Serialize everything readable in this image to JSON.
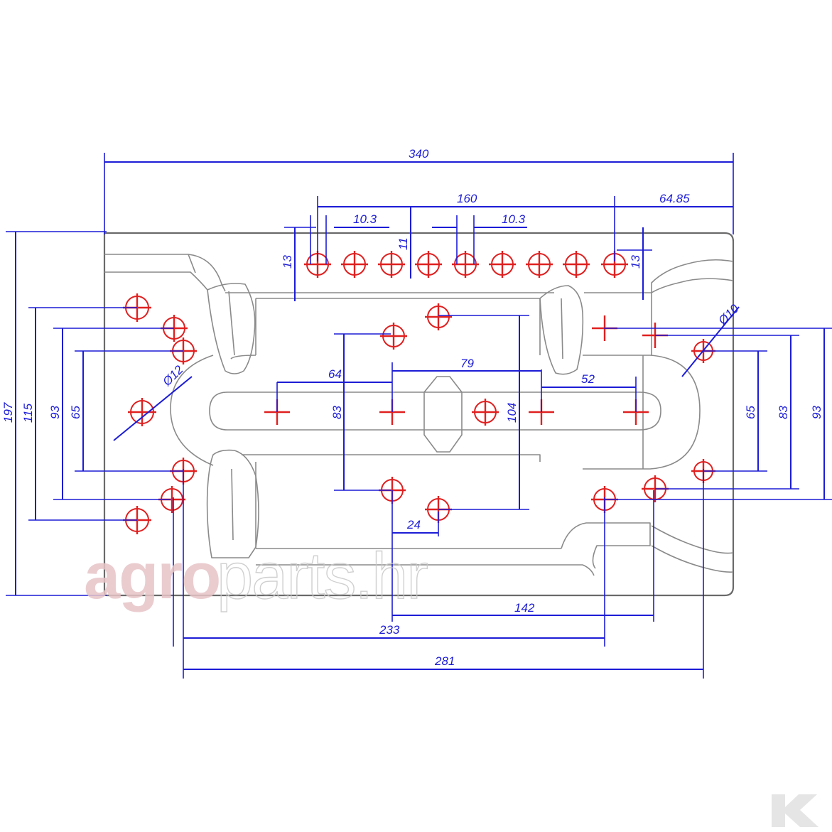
{
  "drawing": {
    "dimensions": {
      "overall_width": "340",
      "hole_row_span": "160",
      "right_edge_offset": "64.85",
      "pitch_left": "10.3",
      "pitch_right": "10.3",
      "row_height": "11",
      "row_top_left": "13",
      "row_top_right": "13",
      "hole_dia_left": "Ø12",
      "hole_dia_right": "Ø10",
      "overall_height": "197",
      "left_115": "115",
      "left_93": "93",
      "left_65": "65",
      "center_64": "64",
      "center_83": "83",
      "center_104": "104",
      "center_79": "79",
      "center_52": "52",
      "offset_24": "24",
      "right_65": "65",
      "right_83": "83",
      "right_93": "93",
      "bottom_142": "142",
      "bottom_233": "233",
      "bottom_281": "281"
    },
    "colors": {
      "dimension": "#1c1cd6",
      "hole": "#e02020",
      "outline": "#6a6a6a"
    }
  },
  "watermark": {
    "part1": "agro",
    "part2": "parts.hr",
    "logo_icon": "k-logo-icon"
  }
}
